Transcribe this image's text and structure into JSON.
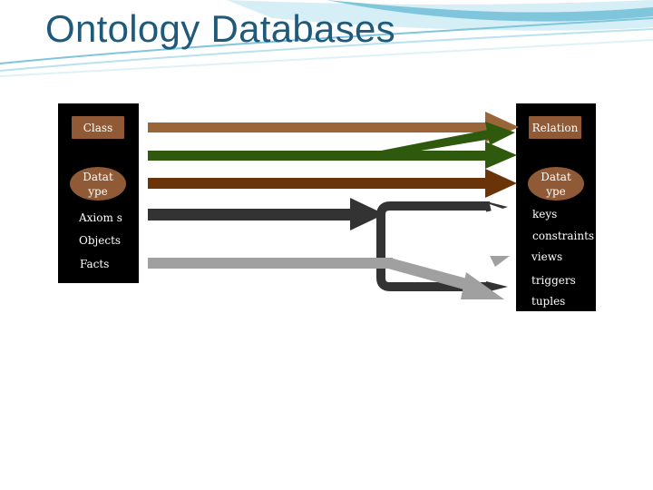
{
  "slide": {
    "title": "Ontology Databases"
  },
  "ontology": {
    "class_label": "Class",
    "datatype_label": "Datat ype",
    "axioms_label": "Axiom s",
    "objects_label": "Objects",
    "facts_label": "Facts"
  },
  "database": {
    "relation_label": "Relation",
    "datatype_label": "Datat ype",
    "keys_label": "keys",
    "constraints_label": "constraints",
    "views_label": "views",
    "triggers_label": "triggers",
    "tuples_label": "tuples"
  },
  "colors": {
    "title": "#1f5a7a",
    "brown": "#9a6538",
    "green": "#2f5a0e",
    "dark_brown": "#6a3408",
    "dark_gray": "#333333",
    "light_gray": "#a0a0a0",
    "pill": "#8f5a35"
  }
}
